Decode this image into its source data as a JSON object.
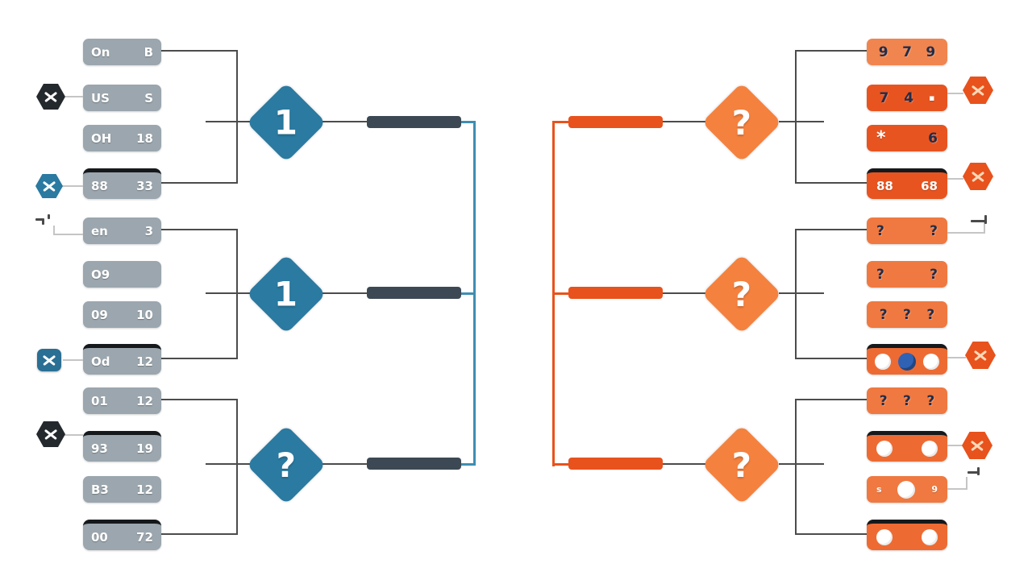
{
  "diagram_type": "tournament-bracket",
  "colors": {
    "background": "#ffffff",
    "team_box_gray": "#9ba6ae",
    "highlight_border": "#16191b",
    "diamond_blue": "#2a7aa1",
    "diamond_orange": "#f5813e",
    "bar_dark": "#3c4954",
    "bar_orange": "#e8521c",
    "line_teal": "#3e8eb2",
    "line_orange": "#e8531c",
    "line_gray": "#4c4c4c",
    "box_orange": "#ef7940",
    "box_orange_strong": "#e85420",
    "box_orange_light": "#f0854f",
    "glyph_navy": "#232c48",
    "globe_blue": "#2f62b5"
  },
  "left": {
    "rounds": [
      "1",
      "1",
      "?"
    ],
    "teams": [
      {
        "l": "On",
        "r": "B"
      },
      {
        "l": "US",
        "r": "S"
      },
      {
        "l": "OH",
        "r": "18"
      },
      {
        "l": "88",
        "r": "33"
      },
      {
        "l": "en",
        "r": "3"
      },
      {
        "l": "O9",
        "r": ""
      },
      {
        "l": "09",
        "r": "10"
      },
      {
        "l": "Od",
        "r": "12"
      },
      {
        "l": "01",
        "r": "12"
      },
      {
        "l": "93",
        "r": "19"
      },
      {
        "l": "B3",
        "r": "12"
      },
      {
        "l": "00",
        "r": "72"
      }
    ]
  },
  "right": {
    "rounds": [
      "?",
      "?",
      "?"
    ],
    "teams": [
      {
        "g0": "9",
        "g1": "7",
        "g2": "9"
      },
      {
        "g0": "7",
        "g1": "4",
        "g2": "▪"
      },
      {
        "g0": "*",
        "g2": "6"
      },
      {
        "l": "88",
        "r": "68"
      },
      {
        "g0": "?",
        "g2": "?"
      },
      {
        "g0": "?",
        "g2": "?"
      },
      {
        "g0": "?",
        "g1": "?",
        "g2": "?"
      },
      {},
      {
        "g0": "?",
        "g1": "?",
        "g2": "?"
      },
      {},
      {
        "g0": "s",
        "g2": "9"
      },
      {}
    ]
  },
  "icons": {
    "left": [
      "crossed-tools-hexagon-dark",
      "crossed-tools-hexagon-teal",
      "small-marker",
      "crossed-tools-square-teal",
      "crossed-tools-hexagon-dark"
    ],
    "right": [
      "crossed-tools-hexagon-orange",
      "crossed-tools-hexagon-orange",
      "small-marker",
      "crossed-tools-hexagon-orange",
      "crossed-tools-hexagon-orange",
      "small-marker"
    ]
  }
}
